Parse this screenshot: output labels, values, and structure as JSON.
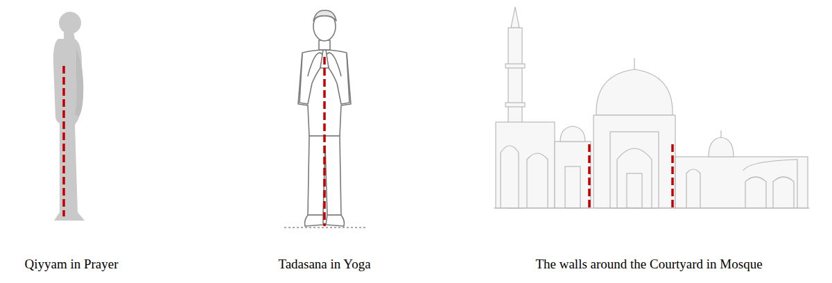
{
  "diagram": {
    "labels": [
      "Qiyyam in Prayer",
      "Tadasana in Yoga",
      "The walls around the Courtyard in Mosque"
    ]
  }
}
